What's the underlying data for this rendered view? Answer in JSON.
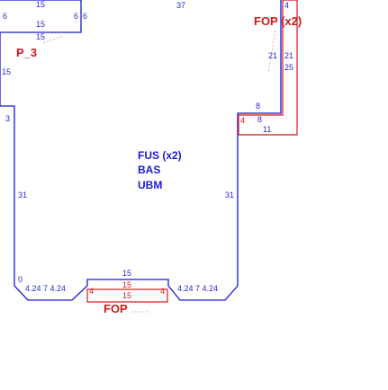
{
  "labels": {
    "main_piece": [
      "FUS (x2)",
      "BAS",
      "UBM"
    ],
    "piece_p3": "P_3",
    "fop_right": "FOP (x2)",
    "fop_bottom": "FOP"
  },
  "dimensions": {
    "p3_top": "15",
    "p3_left": "6",
    "p3_inner": "15",
    "p3_right_a": "6",
    "p3_right_b": "6",
    "p3_bottom": "15",
    "left_15": "15",
    "top_37": "37",
    "left_3": "3",
    "left_31": "31",
    "right_31": "31",
    "fop_r_top": "4",
    "fop_r_21a": "21",
    "fop_r_21b": "21",
    "fop_r_25": "25",
    "fop_r_8a": "8",
    "fop_r_8b": "8",
    "fop_r_4": "4",
    "fop_r_11": "11",
    "bottom_0": "0",
    "bottom_l_sides": "4.24 7 4.24",
    "bottom_r_sides": "4.24 7 4.24",
    "bottom_15": "15",
    "fop_b_4l": "4",
    "fop_b_15a": "15",
    "fop_b_15b": "15",
    "fop_b_4r": "4"
  },
  "colors": {
    "piece_blue": "#1818d8",
    "piece_red": "#d81818"
  }
}
